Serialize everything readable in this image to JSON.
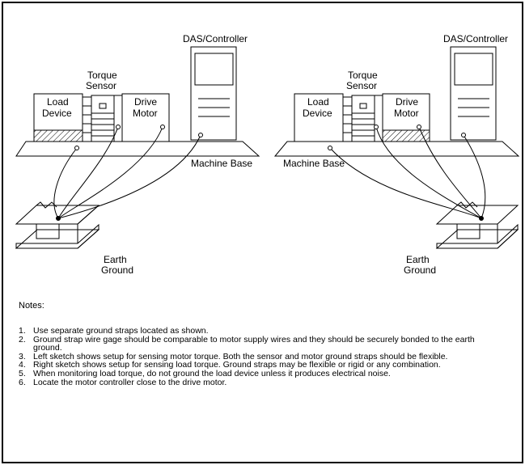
{
  "left_sketch": {
    "das_controller": "DAS/Controller",
    "torque_sensor_line1": "Torque",
    "torque_sensor_line2": "Sensor",
    "load_device_line1": "Load",
    "load_device_line2": "Device",
    "drive_motor_line1": "Drive",
    "drive_motor_line2": "Motor",
    "machine_base": "Machine Base",
    "earth_ground_line1": "Earth",
    "earth_ground_line2": "Ground"
  },
  "right_sketch": {
    "das_controller": "DAS/Controller",
    "torque_sensor_line1": "Torque",
    "torque_sensor_line2": "Sensor",
    "load_device_line1": "Load",
    "load_device_line2": "Device",
    "drive_motor_line1": "Drive",
    "drive_motor_line2": "Motor",
    "machine_base": "Machine Base",
    "earth_ground_line1": "Earth",
    "earth_ground_line2": "Ground"
  },
  "notes": {
    "title": "Notes:",
    "items": [
      {
        "num": "1.",
        "text": "Use separate ground straps located as shown."
      },
      {
        "num": "2.",
        "text": "Ground strap wire gage should be comparable to motor supply wires and they should be securely bonded to the earth ground."
      },
      {
        "num": "3.",
        "text": "Left sketch shows setup for sensing motor torque.  Both the sensor and motor ground straps should be flexible."
      },
      {
        "num": "4.",
        "text": "Right sketch shows setup for sensing load torque.  Ground straps may be flexible or rigid or any combination."
      },
      {
        "num": "5.",
        "text": "When monitoring load torque, do not ground the load device unless it produces electrical noise."
      },
      {
        "num": "6.",
        "text": "Locate the motor controller close to the drive motor."
      }
    ]
  }
}
